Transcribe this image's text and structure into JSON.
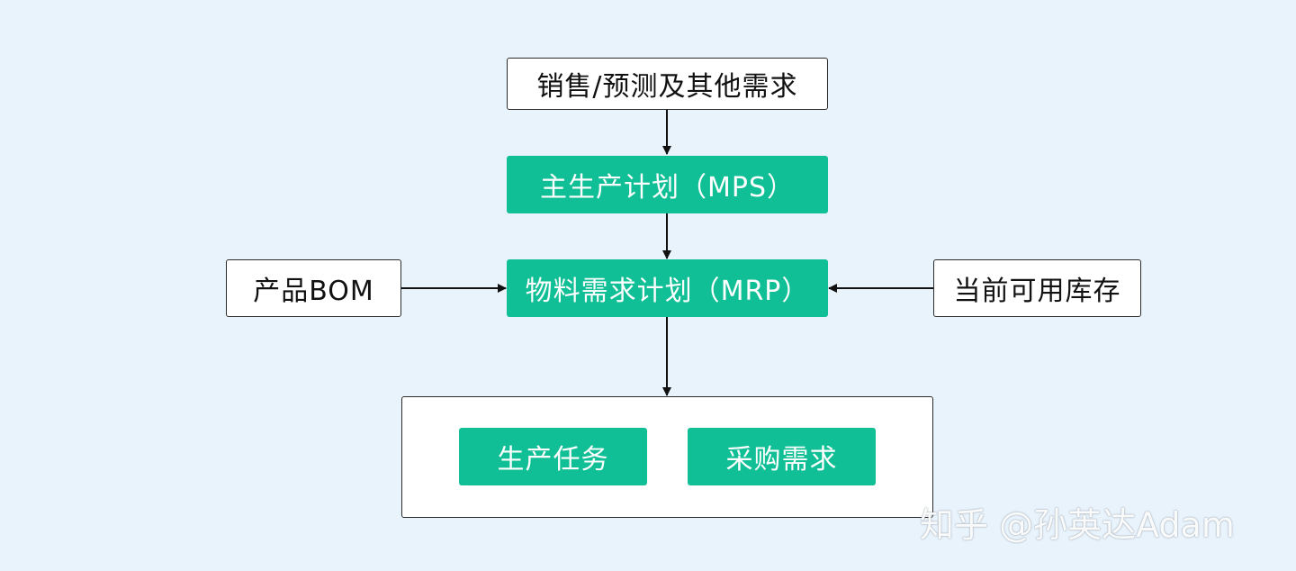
{
  "diagram": {
    "nodes": {
      "sales_demand": "销售/预测及其他需求",
      "mps": "主生产计划（MPS）",
      "product_bom": "产品BOM",
      "mrp": "物料需求计划（MRP）",
      "available_inventory": "当前可用库存",
      "production_tasks": "生产任务",
      "purchase_demand": "采购需求"
    }
  },
  "watermark": "知乎 @孙英达Adam",
  "colors": {
    "background": "#e9f3fc",
    "accent": "#10bf95",
    "outline": "#2a2a2a"
  }
}
